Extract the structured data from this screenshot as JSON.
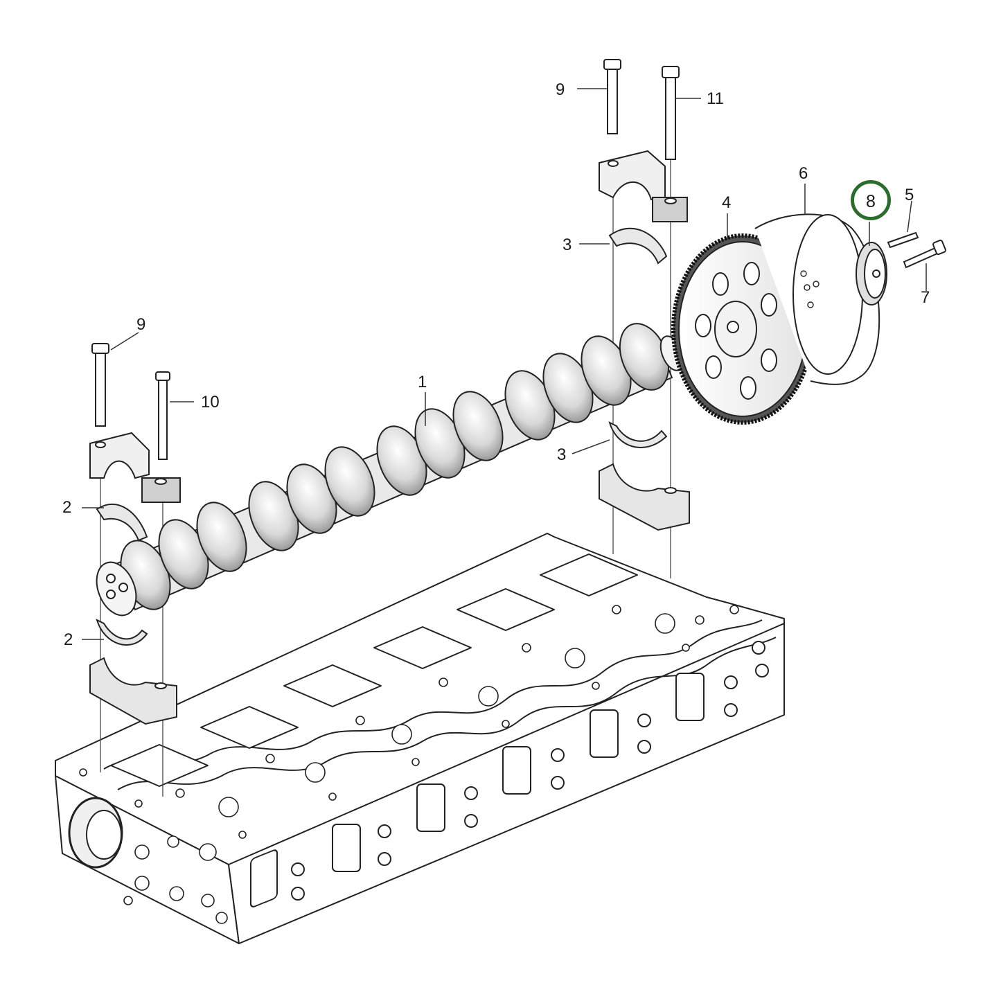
{
  "callouts": {
    "c1": "1",
    "c2a": "2",
    "c2b": "2",
    "c3a": "3",
    "c3b": "3",
    "c4": "4",
    "c5": "5",
    "c6": "6",
    "c7": "7",
    "c8": "8",
    "c9a": "9",
    "c9b": "9",
    "c10": "10",
    "c11": "11"
  },
  "highlight": {
    "part": "8",
    "color": "#2e6b2e"
  },
  "colors": {
    "line": "#222222",
    "fill": "#ffffff",
    "shade": "#d9d9d9",
    "dark": "#555555"
  }
}
